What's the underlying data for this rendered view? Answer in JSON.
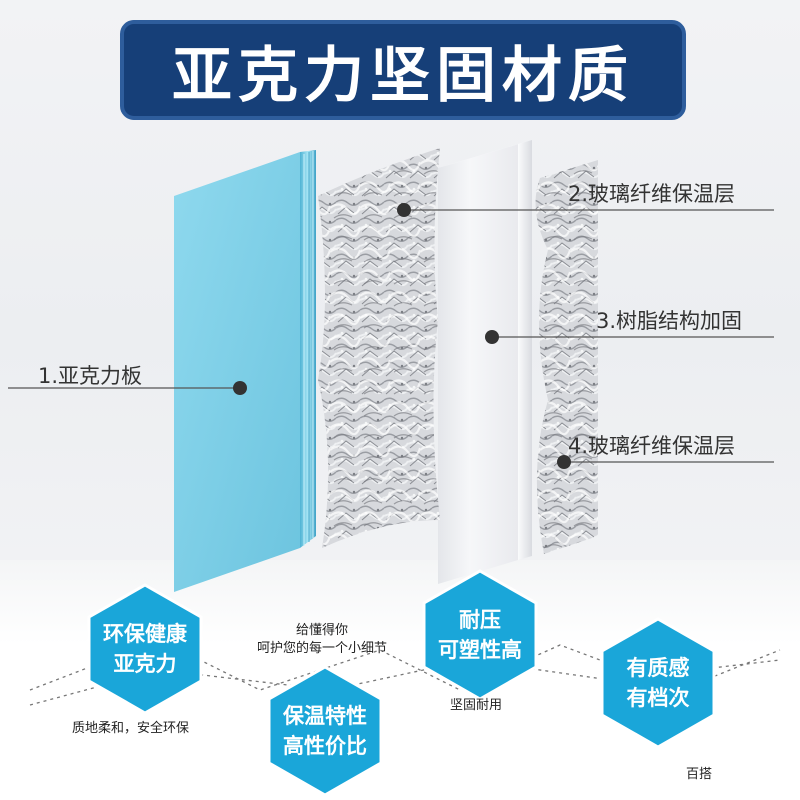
{
  "title": "亚克力坚固材质",
  "layers": [
    {
      "label": "1.亚克力板"
    },
    {
      "label": "2.玻璃纤维保温层"
    },
    {
      "label": "3.树脂结构加固"
    },
    {
      "label": "4.玻璃纤维保温层"
    }
  ],
  "features": [
    {
      "line1": "环保健康",
      "line2": "亚克力",
      "note": "质地柔和，安全环保"
    },
    {
      "line1": "保温特性",
      "line2": "高性价比",
      "note_line1": "给懂得你",
      "note_line2": "呵护您的每一个小细节"
    },
    {
      "line1": "耐压",
      "line2": "可塑性高",
      "note": "坚固耐用"
    },
    {
      "line1": "有质感",
      "line2": "有档次",
      "note": "百搭"
    }
  ],
  "colors": {
    "banner": "#163f78",
    "acrylic": "#7fd0e6",
    "hexagon": "#1aa6d9",
    "resin": "#f3f4f7"
  }
}
